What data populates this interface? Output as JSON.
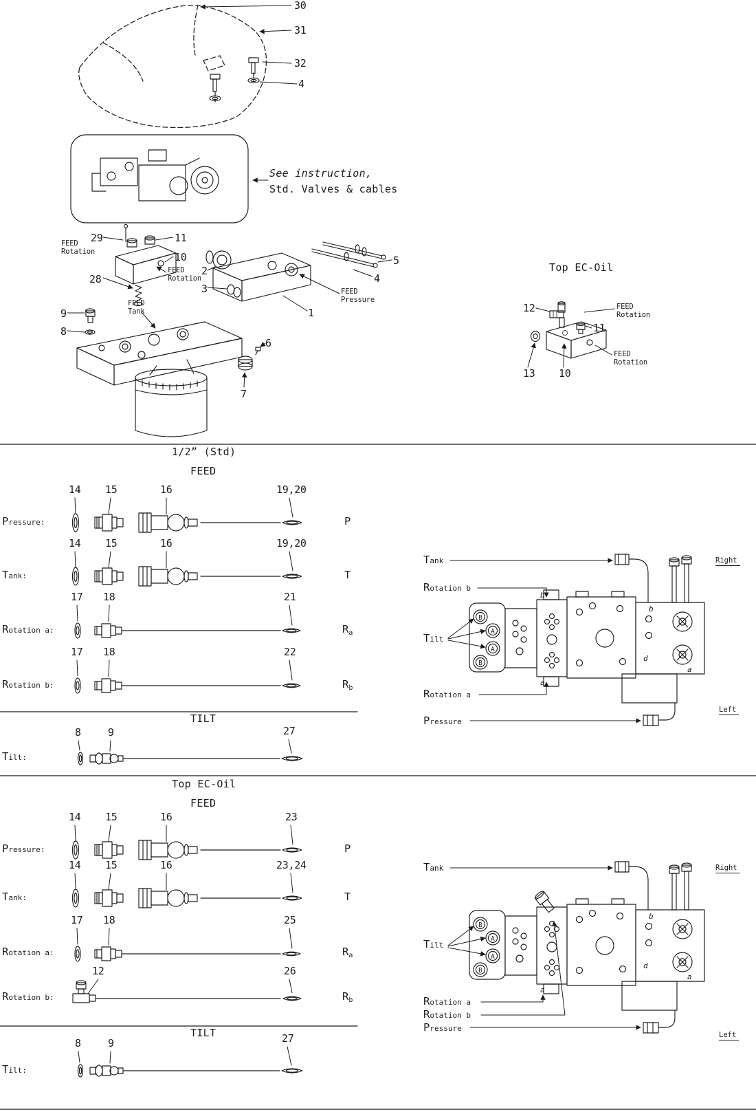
{
  "page": {
    "background": "#ffffff",
    "ink": "#1c1c1c"
  },
  "exploded": {
    "cover": {
      "c30": "30",
      "c31": "31",
      "c32": "32",
      "c4": "4"
    },
    "note": {
      "line1": "See instruction,",
      "line2": "Std. Valves & cables"
    },
    "labels": {
      "feed_rotation_left": {
        "l1": "FEED",
        "l2": "Rotation"
      },
      "feed_rotation_right": {
        "l1": "FEED",
        "l2": "Rotation"
      },
      "feed_tank": {
        "l1": "FEED",
        "l2": "Tank"
      },
      "feed_pressure": {
        "l1": "FEED",
        "l2": "Pressure"
      }
    },
    "callouts": {
      "c29": "29",
      "c11": "11",
      "c10": "10",
      "c28": "28",
      "c2": "2",
      "c3": "3",
      "c9": "9",
      "c8": "8",
      "c5": "5",
      "c4": "4",
      "c1": "1",
      "c6": "6",
      "c7": "7"
    },
    "ecoil": {
      "title": "Top EC-Oil",
      "c12": "12",
      "c11": "11",
      "c13": "13",
      "c10": "10",
      "feed_rotation_top": {
        "l1": "FEED",
        "l2": "Rotation"
      },
      "feed_rotation_bottom": {
        "l1": "FEED",
        "l2": "Rotation"
      }
    }
  },
  "std": {
    "title": "1/2” (Std)",
    "subtitle": "FEED",
    "rows": [
      {
        "big": "P",
        "small": "ressure:",
        "n1": "14",
        "n2": "15",
        "n3": "16",
        "n4": "19,20",
        "pbig": "P",
        "psub": ""
      },
      {
        "big": "T",
        "small": "ank:",
        "n1": "14",
        "n2": "15",
        "n3": "16",
        "n4": "19,20",
        "pbig": "T",
        "psub": ""
      },
      {
        "big": "R",
        "small": "otation a:",
        "n1": "17",
        "n2": "18",
        "n4": "21",
        "pbig": "R",
        "psub": "a"
      },
      {
        "big": "R",
        "small": "otation b:",
        "n1": "17",
        "n2": "18",
        "n4": "22",
        "pbig": "R",
        "psub": "b"
      }
    ],
    "tilt": {
      "title": "TILT",
      "big": "T",
      "small": "ilt:",
      "n1": "8",
      "n2": "9",
      "n4": "27"
    },
    "diagram": {
      "tank": {
        "big": "T",
        "small": "ank"
      },
      "rotation_b": {
        "big": "R",
        "small": "otation b"
      },
      "tilt": {
        "big": "T",
        "small": "ilt"
      },
      "rotation_a": {
        "big": "R",
        "small": "otation a"
      },
      "pressure": {
        "big": "P",
        "small": "ressure"
      },
      "right": "Right",
      "left": "Left",
      "circle_letters": [
        "B",
        "A",
        "A",
        "B"
      ],
      "ports": {
        "b_top": "b",
        "a_bottom": "a",
        "b_block": "b",
        "a_block": "a",
        "d": "d"
      }
    }
  },
  "ec": {
    "title": "Top EC-Oil",
    "subtitle": "FEED",
    "rows": [
      {
        "big": "P",
        "small": "ressure:",
        "n1": "14",
        "n2": "15",
        "n3": "16",
        "n4": "23",
        "pbig": "P",
        "psub": ""
      },
      {
        "big": "T",
        "small": "ank:",
        "n1": "14",
        "n2": "15",
        "n3": "16",
        "n4": "23,24",
        "pbig": "T",
        "psub": ""
      },
      {
        "big": "R",
        "small": "otation a:",
        "n1": "17",
        "n2": "18",
        "n4": "25",
        "pbig": "R",
        "psub": "a"
      },
      {
        "big": "R",
        "small": "otation b:",
        "n1": "12",
        "n4": "26",
        "pbig": "R",
        "psub": "b"
      }
    ],
    "tilt": {
      "title": "TILT",
      "big": "T",
      "small": "ilt:",
      "n1": "8",
      "n2": "9",
      "n4": "27"
    },
    "diagram": {
      "tank": {
        "big": "T",
        "small": "ank"
      },
      "tilt": {
        "big": "T",
        "small": "ilt"
      },
      "rotation_a": {
        "big": "R",
        "small": "otation a"
      },
      "rotation_b": {
        "big": "R",
        "small": "otation b"
      },
      "pressure": {
        "big": "P",
        "small": "ressure"
      },
      "right": "Right",
      "left": "Left",
      "circle_letters": [
        "B",
        "A",
        "A",
        "B"
      ],
      "ports": {
        "a_bottom": "a",
        "b_block": "b",
        "a_block": "a",
        "d": "d"
      }
    }
  }
}
